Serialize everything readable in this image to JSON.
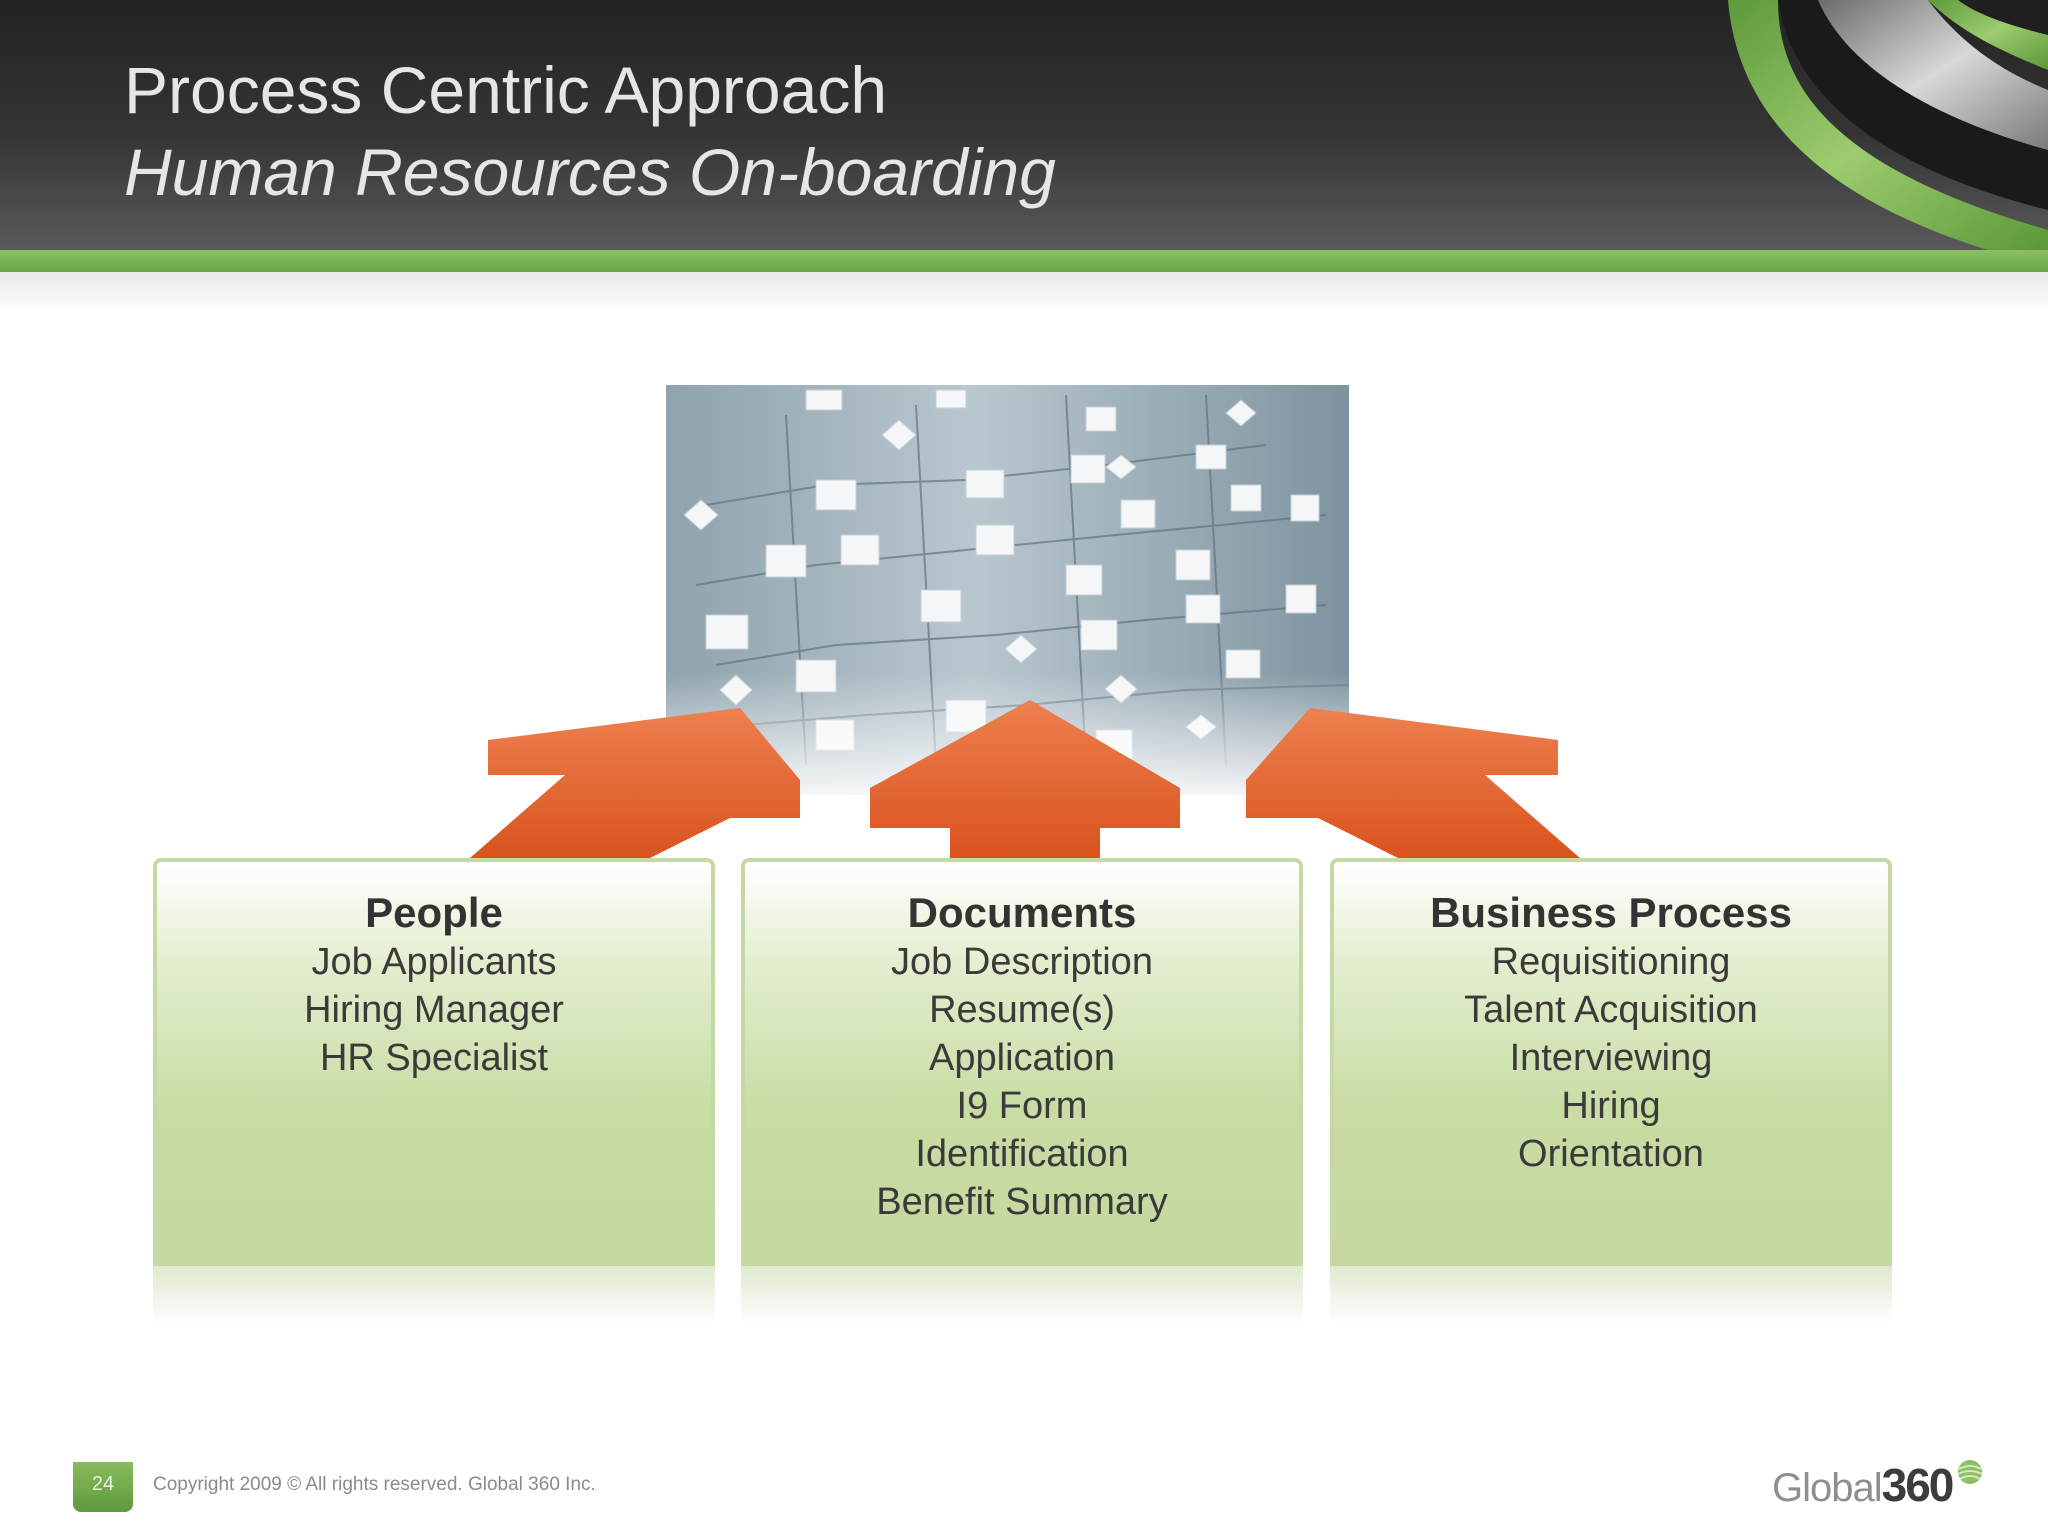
{
  "header": {
    "title": "Process Centric Approach",
    "subtitle": "Human Resources On-boarding"
  },
  "boxes": [
    {
      "heading": "People",
      "items": [
        "Job Applicants",
        "Hiring Manager",
        "HR Specialist"
      ]
    },
    {
      "heading": "Documents",
      "items": [
        "Job Description",
        "Resume(s)",
        "Application",
        "I9 Form",
        "Identification",
        "Benefit Summary"
      ]
    },
    {
      "heading": "Business Process",
      "items": [
        "Requisitioning",
        "Talent Acquisition",
        "Interviewing",
        "Hiring",
        "Orientation"
      ]
    }
  ],
  "footer": {
    "page_number": "24",
    "copyright": "Copyright 2009 ©  All rights reserved. Global 360 Inc.",
    "logo_text": "Global",
    "logo_number": "360"
  },
  "colors": {
    "accent_green": "#6aa646",
    "arrow_orange": "#e0632b",
    "box_green": "#c8dca3",
    "header_dark": "#2e2e2e"
  }
}
